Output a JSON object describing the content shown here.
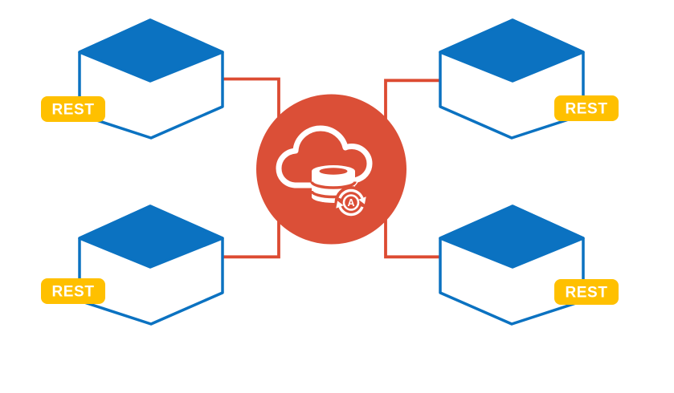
{
  "diagram": {
    "description": "Four REST endpoint nodes connected to a central cloud database auto-sync hub",
    "hub": {
      "id": "cloud-database-sync-hub",
      "sync_letter": "A",
      "icons": [
        "cloud-icon",
        "database-icon",
        "sync-arrows-icon"
      ]
    },
    "nodes": [
      {
        "id": "top-left",
        "label": "REST"
      },
      {
        "id": "top-right",
        "label": "REST"
      },
      {
        "id": "bottom-left",
        "label": "REST"
      },
      {
        "id": "bottom-right",
        "label": "REST"
      }
    ]
  },
  "colors": {
    "node_blue": "#0B72C1",
    "connector_red": "#DC4B32",
    "hub_red": "#DB4F37",
    "badge_yellow": "#FFC000",
    "badge_text": "#FFFFFF",
    "background": "#FFFFFF"
  }
}
